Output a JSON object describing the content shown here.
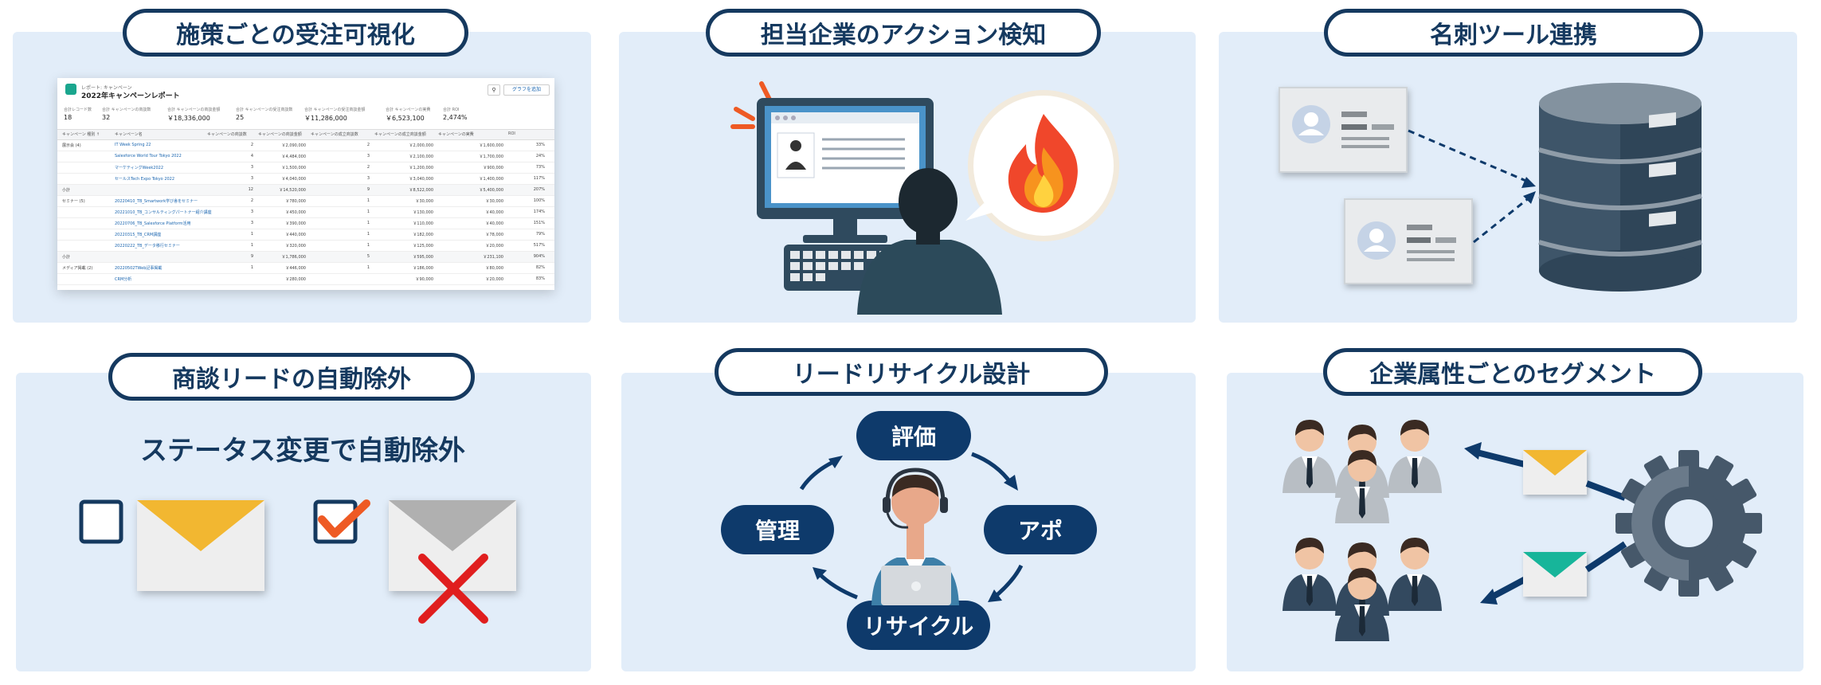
{
  "panels": {
    "p1": {
      "title": "施策ごとの受注可視化"
    },
    "p2": {
      "title": "担当企業のアクション検知"
    },
    "p3": {
      "title": "名刺ツール連携"
    },
    "p4": {
      "title": "商談リードの自動除外",
      "caption": "ステータス変更で自動除外"
    },
    "p5": {
      "title": "リードリサイクル設計",
      "cycle": [
        "評価",
        "アポ",
        "リサイクル",
        "管理"
      ]
    },
    "p6": {
      "title": "企業属性ごとのセグメント"
    }
  },
  "report": {
    "breadcrumb": "レポート: キャンペーン",
    "title": "2022年キャンペーンレポート",
    "search_icon": "magnifier",
    "add_graph_label": "グラフを追加",
    "stats": [
      {
        "label": "合計レコード数",
        "value": "18"
      },
      {
        "label": "合計 キャンペーンの商談数",
        "value": "32"
      },
      {
        "label": "合計 キャンペーンの商談金額",
        "value": "￥18,336,000"
      },
      {
        "label": "合計 キャンペーンの受注商談数",
        "value": "25"
      },
      {
        "label": "合計 キャンペーンの受注商談金額",
        "value": "￥11,286,000"
      },
      {
        "label": "合計 キャンペーンの実費",
        "value": "￥6,523,100"
      },
      {
        "label": "合計 ROI",
        "value": "2,474%"
      }
    ],
    "columns": [
      "キャンペーン 種別 ↑",
      "キャンペーン名",
      "キャンペーンの商談数",
      "キャンペーンの商談金額",
      "キャンペーンの成立商談数",
      "キャンペーンの成立商談金額",
      "キャンペーンの実費",
      "ROI"
    ],
    "rows": [
      {
        "group": "展示会 (4)",
        "name": "IT Week Spring 22",
        "v": [
          "2",
          "￥2,090,000",
          "2",
          "￥2,000,000",
          "￥1,600,000",
          "33%"
        ],
        "sub": false
      },
      {
        "group": "",
        "name": "Salesforce World Tour Tokyo 2022",
        "v": [
          "4",
          "￥4,484,000",
          "3",
          "￥2,100,000",
          "￥1,700,000",
          "24%"
        ],
        "sub": false
      },
      {
        "group": "",
        "name": "マーケティングWeek2022",
        "v": [
          "3",
          "￥1,500,000",
          "2",
          "￥1,200,000",
          "￥900,000",
          "73%"
        ],
        "sub": false
      },
      {
        "group": "",
        "name": "セールスTech Expo Tokyo 2022",
        "v": [
          "3",
          "￥4,040,000",
          "3",
          "￥3,040,000",
          "￥1,400,000",
          "117%"
        ],
        "sub": false
      },
      {
        "group": "小計",
        "name": "",
        "v": [
          "12",
          "￥14,520,000",
          "9",
          "￥8,522,000",
          "￥5,400,000",
          "207%"
        ],
        "sub": true
      },
      {
        "group": "セミナー (5)",
        "name": "20220410_TB_Smartwork学び舎をセミナー",
        "v": [
          "2",
          "￥780,000",
          "1",
          "￥30,000",
          "￥30,000",
          "100%"
        ],
        "sub": false
      },
      {
        "group": "",
        "name": "20221010_TB_コンサルティングパートナー紹介講座",
        "v": [
          "3",
          "￥450,000",
          "1",
          "￥130,000",
          "￥40,000",
          "174%"
        ],
        "sub": false
      },
      {
        "group": "",
        "name": "20220706_TB_Salesforce Platform活用",
        "v": [
          "3",
          "￥390,000",
          "1",
          "￥110,000",
          "￥40,000",
          "151%"
        ],
        "sub": false
      },
      {
        "group": "",
        "name": "20220315_TB_CRM講座",
        "v": [
          "1",
          "￥440,000",
          "1",
          "￥182,000",
          "￥78,000",
          "79%"
        ],
        "sub": false
      },
      {
        "group": "",
        "name": "20220222_TB_データ移行セミナー",
        "v": [
          "1",
          "￥320,000",
          "1",
          "￥125,000",
          "￥20,000",
          "517%"
        ],
        "sub": false
      },
      {
        "group": "小計",
        "name": "",
        "v": [
          "9",
          "￥1,786,000",
          "5",
          "￥595,000",
          "￥231,100",
          "904%"
        ],
        "sub": true
      },
      {
        "group": "メディア掲載 (2)",
        "name": "20220502TWeb記事掲載",
        "v": [
          "1",
          "￥446,000",
          "1",
          "￥186,000",
          "￥80,000",
          "82%"
        ],
        "sub": false
      },
      {
        "group": "",
        "name": "CRM分析",
        "v": [
          "",
          "￥280,000",
          "",
          "￥90,000",
          "￥20,000",
          "83%"
        ],
        "sub": false
      }
    ]
  },
  "icons": [
    "monitor-icon",
    "person-icon",
    "fire-icon",
    "business-card-icon",
    "database-icon",
    "checkbox-icon",
    "envelope-icon",
    "cross-icon",
    "headset-person-icon",
    "gear-icon",
    "businessperson-icon"
  ],
  "colors": {
    "navy": "#15395f",
    "panel": "#e2edf9",
    "accent_orange": "#ee5a24",
    "yellow": "#f2b731",
    "green": "#17b59a",
    "red": "#e01e1e",
    "dark_navy": "#0e3a6b"
  }
}
